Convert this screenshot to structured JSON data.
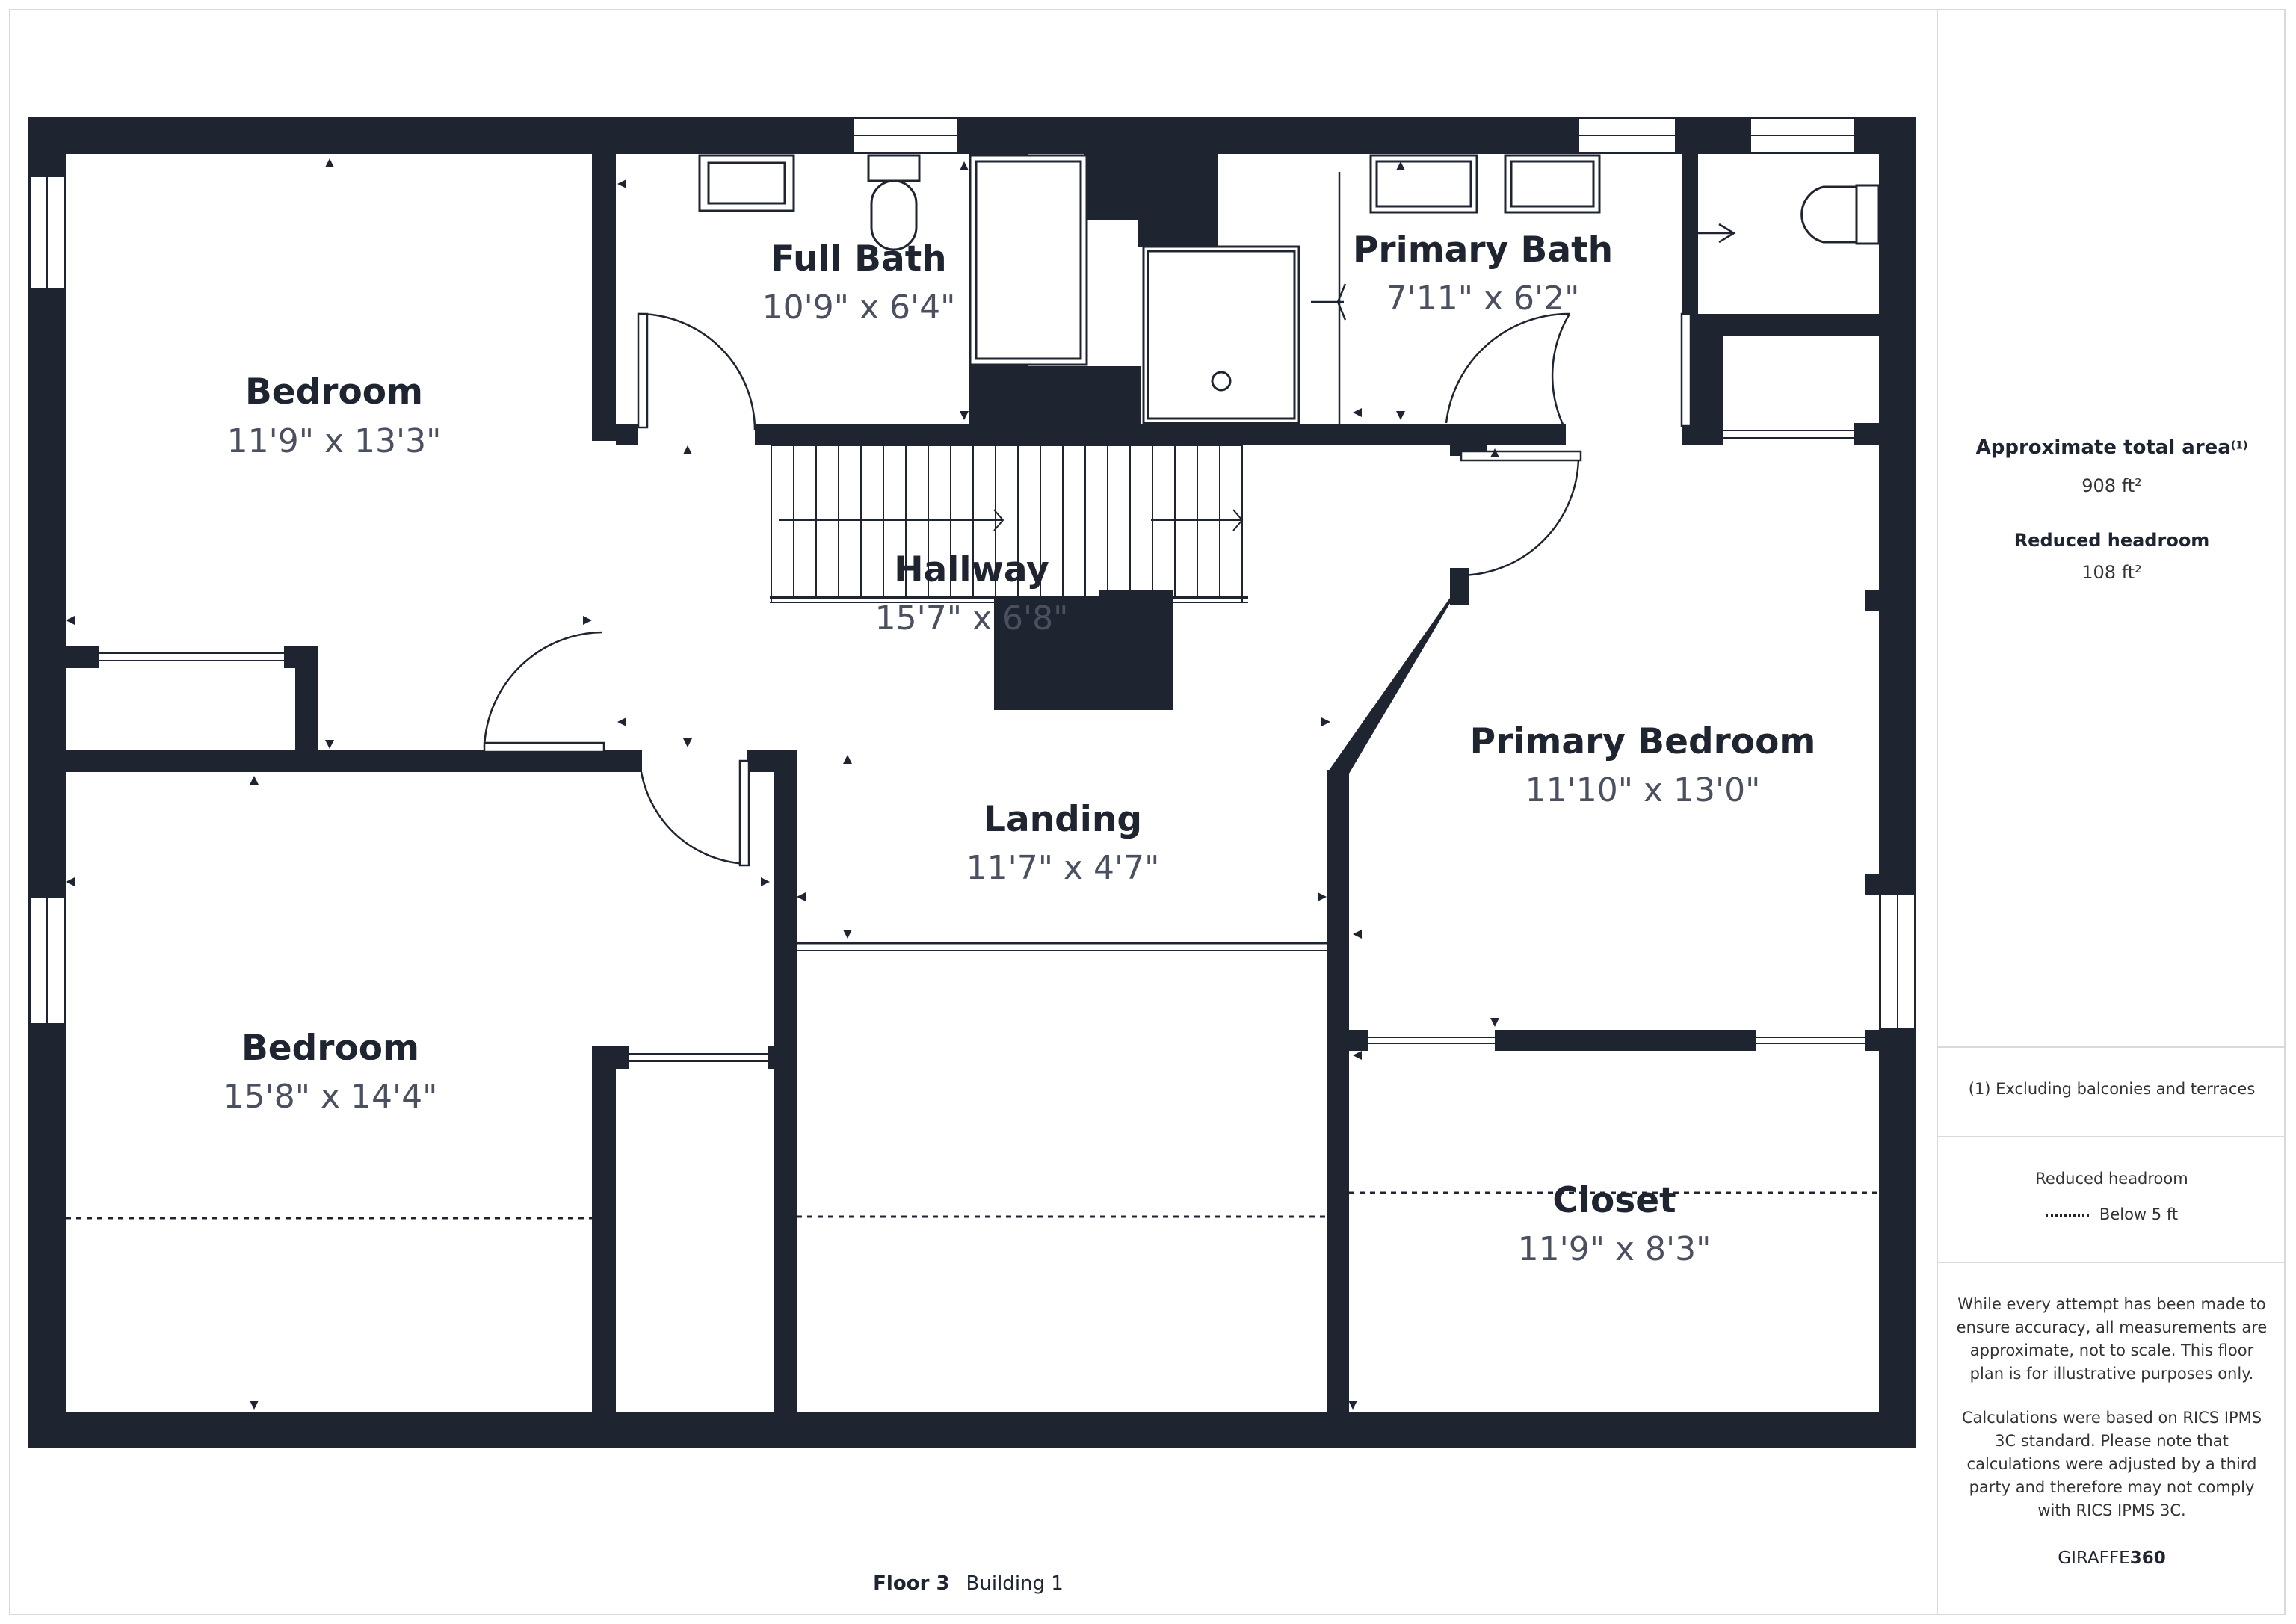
{
  "rooms": [
    {
      "name": "Bedroom",
      "dims": "11'9\" x 13'3\""
    },
    {
      "name": "Full Bath",
      "dims": "10'9\" x 6'4\""
    },
    {
      "name": "Primary Bath",
      "dims": "7'11\" x 6'2\""
    },
    {
      "name": "Hallway",
      "dims": "15'7\" x 6'8\""
    },
    {
      "name": "Primary Bedroom",
      "dims": "11'10\" x 13'0\""
    },
    {
      "name": "Landing",
      "dims": "11'7\" x 4'7\""
    },
    {
      "name": "Bedroom",
      "dims": "15'8\" x 14'4\""
    },
    {
      "name": "Closet",
      "dims": "11'9\" x 8'3\""
    }
  ],
  "sidebar": {
    "area_title": "Approximate total area",
    "area_note_mark": "(1)",
    "area_value": "908 ft²",
    "reduced_title": "Reduced headroom",
    "reduced_value": "108 ft²",
    "footnote": "(1) Excluding balconies and terraces",
    "legend_title": "Reduced headroom",
    "legend_item": "Below 5 ft",
    "disclaimer_lines": [
      "While every attempt has been made to",
      "ensure accuracy, all measurements are",
      "approximate, not to scale. This floor",
      "plan is for illustrative purposes only."
    ],
    "calc_lines": [
      "Calculations were based on RICS IPMS",
      "3C standard. Please note that",
      "calculations were adjusted by a third",
      "party and therefore may not comply",
      "with RICS IPMS 3C."
    ],
    "brand_light": "GIRAFFE",
    "brand_bold": "360"
  },
  "footer": {
    "floor": "Floor 3",
    "building": "Building 1"
  },
  "colors": {
    "wall": "#1f2530",
    "text": "#1f2530",
    "dim_text": "#4a5060",
    "border": "#d9d9d9"
  }
}
